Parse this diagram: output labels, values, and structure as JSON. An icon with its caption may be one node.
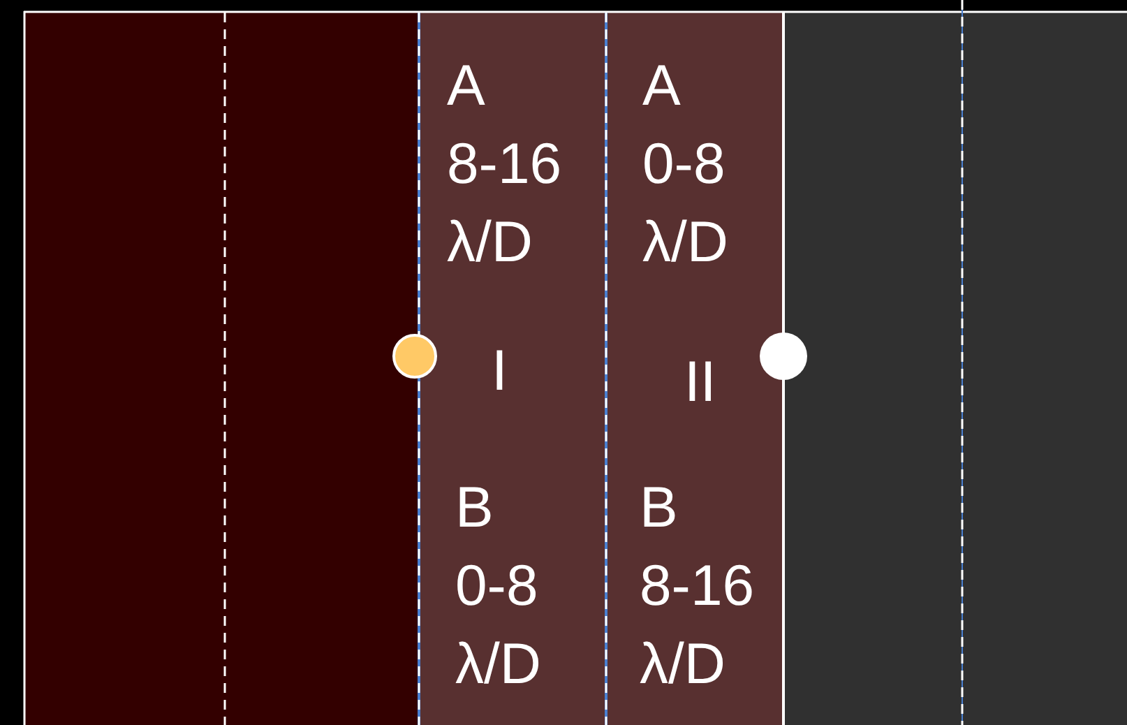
{
  "diagram": {
    "nodes": [
      {
        "text": [],
        "shape": "box"
      },
      {
        "text": [
          "A 8-16 λ/D",
          "I",
          "B 0-8 λ/D"
        ]
      },
      {
        "text": [
          "A 0-8 λ/D",
          "II",
          "B 8-16 λ/D"
        ]
      },
      {
        "text": [],
        "shape": "box"
      },
      {
        "text": [],
        "shape": "circle"
      },
      {
        "text": [],
        "shape": "circle"
      }
    ]
  }
}
